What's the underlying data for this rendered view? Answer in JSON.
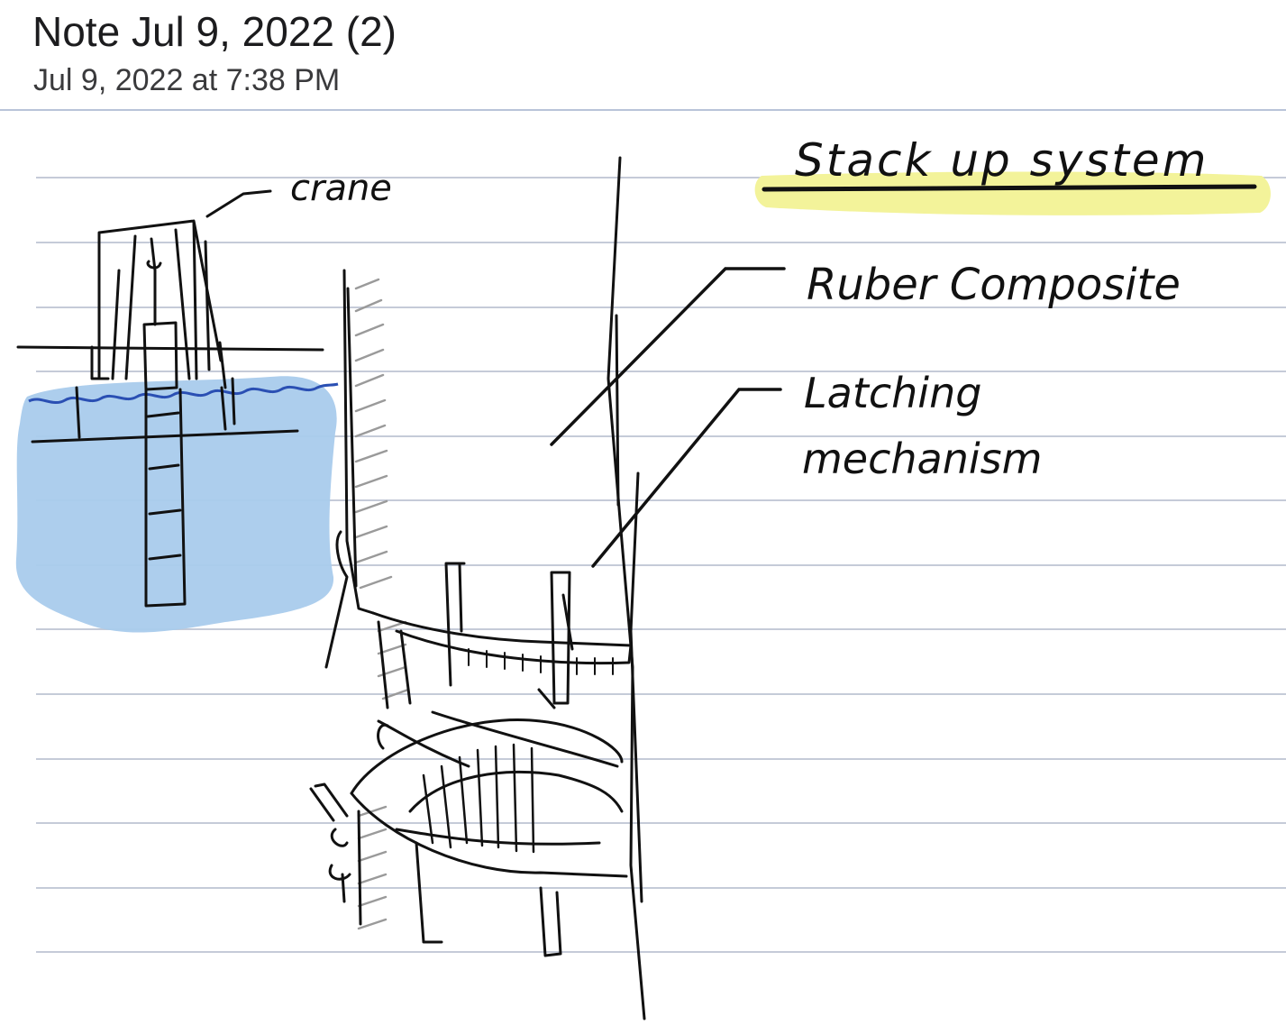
{
  "note": {
    "title": "Note Jul 9, 2022 (2)",
    "date": "Jul 9, 2022 at 7:38 PM"
  },
  "sketch": {
    "labels": {
      "crane": "crane",
      "heading": "Stack up system",
      "rubber": "Ruber Composite",
      "latching_line1": "Latching",
      "latching_line2": "mechanism"
    },
    "colors": {
      "ink": "#111111",
      "water": "#a9cbec",
      "wave": "#2a4fb3",
      "highlight": "#f3f39a",
      "ruled_line": "#c5cbd8",
      "shading": "#9a9a9a"
    }
  }
}
